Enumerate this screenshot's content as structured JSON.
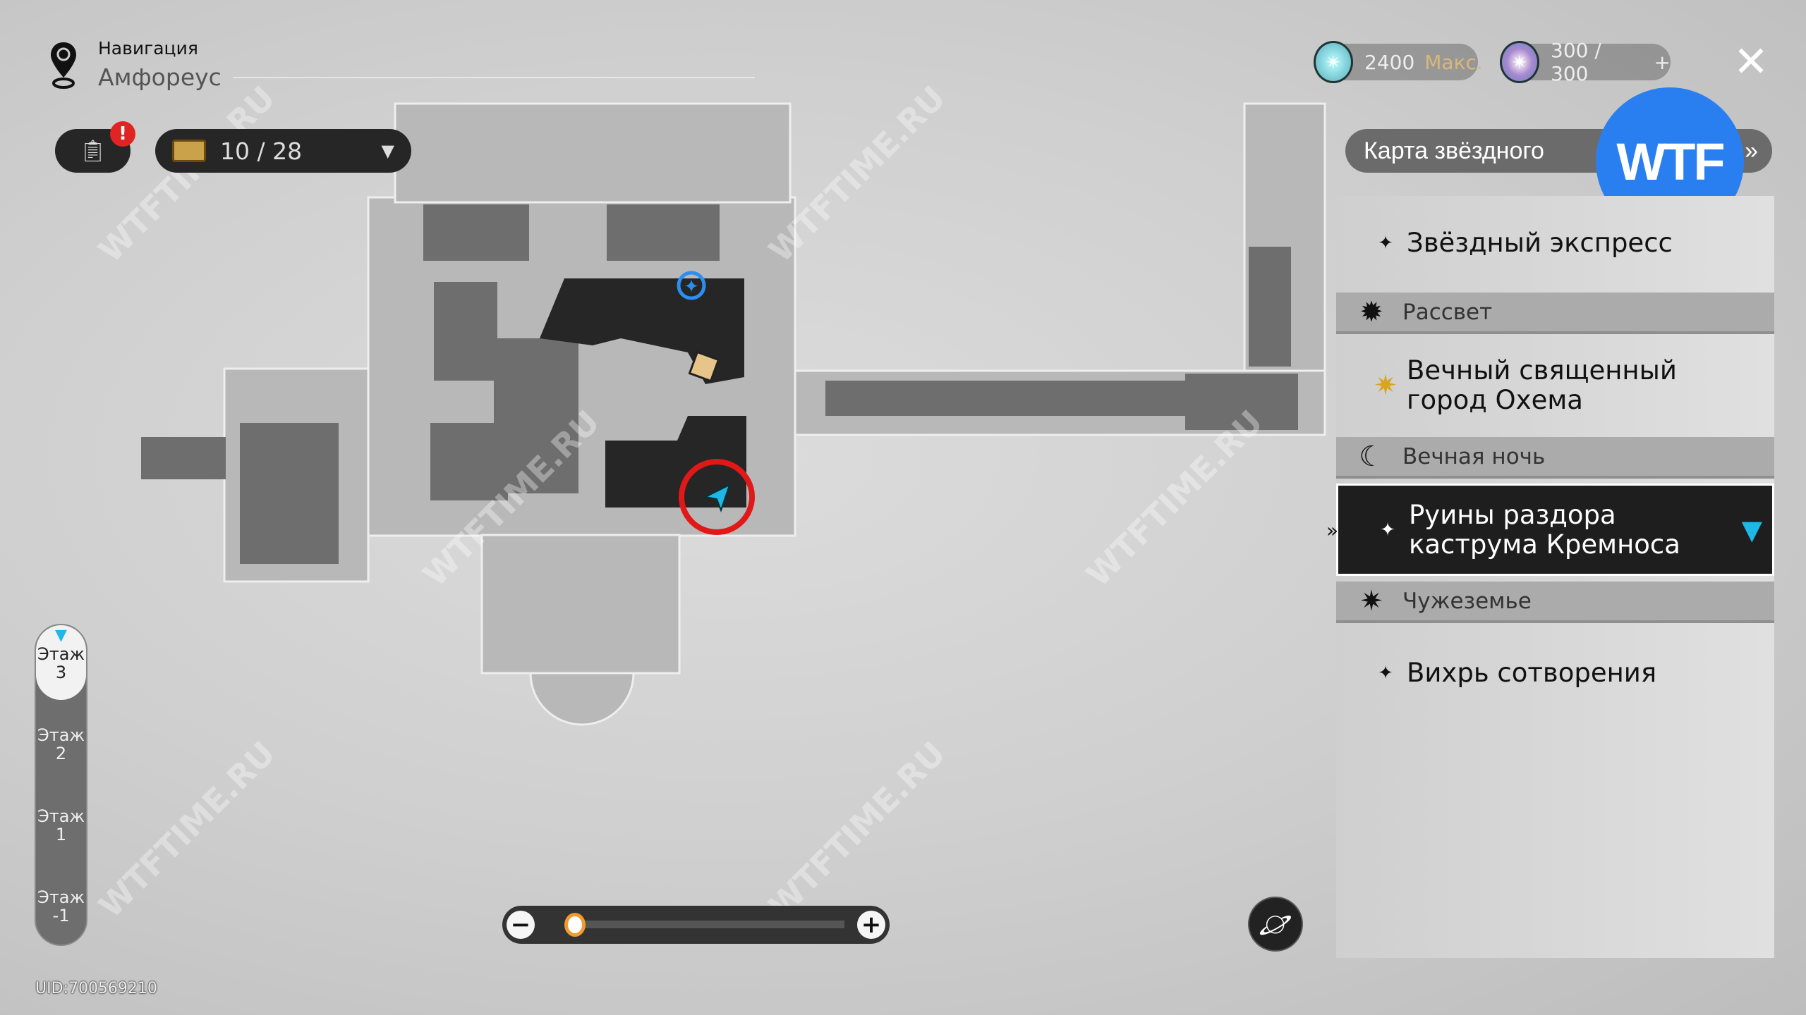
{
  "header": {
    "nav_label": "Навигация",
    "location": "Амфореус"
  },
  "quest_button": {
    "icon": "clipboard-icon",
    "badge": "!"
  },
  "chest_counter": {
    "value": "10 / 28",
    "icon": "treasure-chest-icon"
  },
  "currencies": [
    {
      "icon": "trailblaze-power-icon",
      "value": "2400",
      "suffix": "Макс."
    },
    {
      "icon": "reserved-power-icon",
      "value": "300 / 300",
      "suffix": "+"
    }
  ],
  "star_map_button": {
    "label": "Карта звёздного",
    "chevron": "»"
  },
  "logo_badge": "WTF",
  "panel": {
    "items": [
      {
        "type": "item",
        "label": "Звёздный экспресс"
      },
      {
        "type": "header",
        "label": "Рассвет",
        "icon": "sun-icon"
      },
      {
        "type": "item",
        "label": "Вечный священный\nгород Охема"
      },
      {
        "type": "header",
        "label": "Вечная ночь",
        "icon": "moon-icon"
      },
      {
        "type": "selected",
        "label1": "Руины раздора",
        "label2": "каструма Кремноса"
      },
      {
        "type": "header",
        "label": "Чужеземье",
        "icon": "star-icon"
      },
      {
        "type": "item",
        "label": "Вихрь сотворения"
      }
    ],
    "item2_line1": "Вечный священный",
    "item2_line2": "город Охема"
  },
  "floors": [
    {
      "label": "Этаж",
      "num": "3",
      "active": true
    },
    {
      "label": "Этаж",
      "num": "2"
    },
    {
      "label": "Этаж",
      "num": "1"
    },
    {
      "label": "Этаж",
      "num": "-1"
    }
  ],
  "uid": "UID:700569210",
  "zoom": {
    "minus": "−",
    "plus": "+",
    "level": 0.03
  },
  "watermark": "WTFTIME.RU",
  "colors": {
    "accent": "#2a7ff0",
    "marker": "#1fb6e8",
    "zoom_knob": "#f29a2e",
    "alert": "#e02424"
  }
}
